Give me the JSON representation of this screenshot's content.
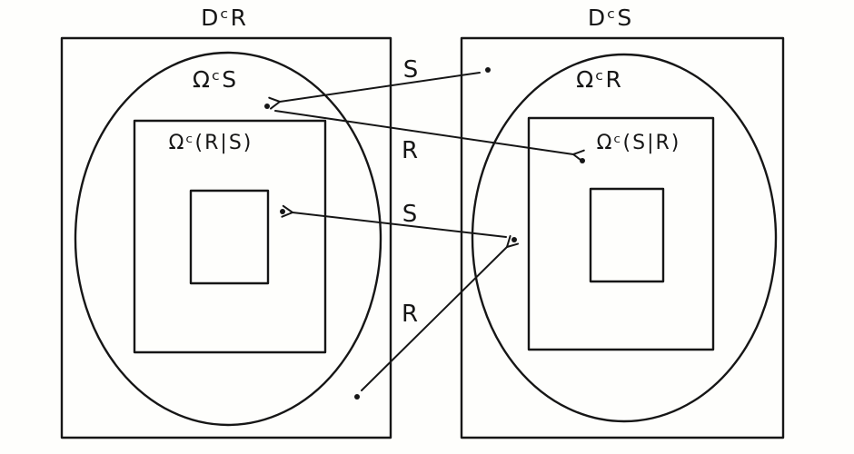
{
  "colors": {
    "ink": "#161616",
    "paper": "#fefefc"
  },
  "left_panel": {
    "title": "DᶜR",
    "ellipse_label": "ΩᶜS",
    "inner_rect_label": "Ωᶜ(R|S)"
  },
  "right_panel": {
    "title": "DᶜS",
    "ellipse_label": "ΩᶜR",
    "inner_rect_label": "Ωᶜ(S|R)"
  },
  "arrows": [
    {
      "label": "S",
      "direction": "right-to-left"
    },
    {
      "label": "R",
      "direction": "left-to-right"
    },
    {
      "label": "S",
      "direction": "right-to-left"
    },
    {
      "label": "R",
      "direction": "left-to-right"
    }
  ]
}
